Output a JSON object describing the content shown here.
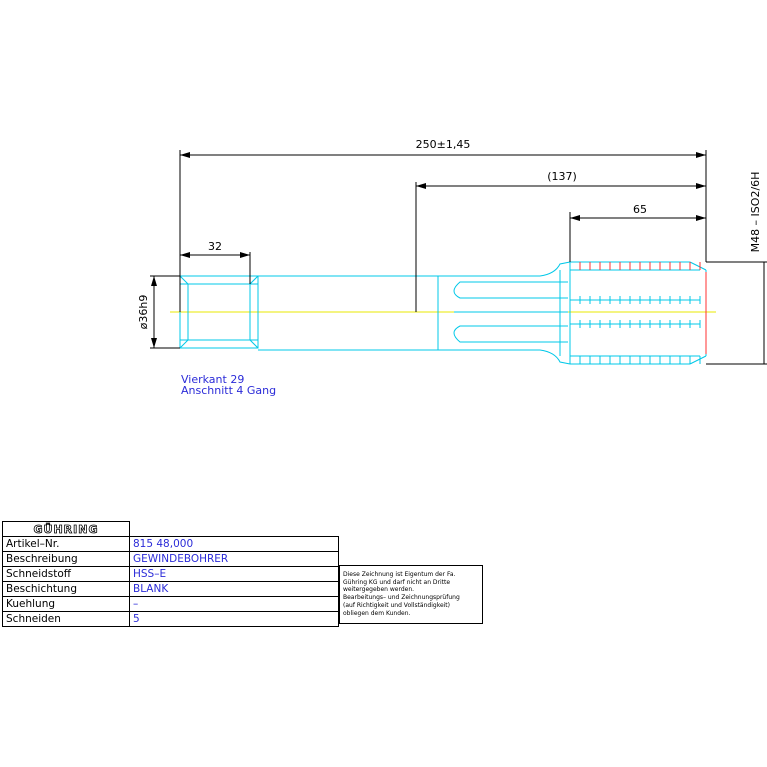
{
  "dimensions": {
    "overall_length": "250±1,45",
    "shank_length": "(137)",
    "thread_length": "65",
    "square_length": "32",
    "shank_diameter": "ø36h9",
    "thread_spec": "M48 – ISO2/6H"
  },
  "notes": {
    "line1": "Vierkant 29",
    "line2": "Anschnitt 4 Gang"
  },
  "title_block": {
    "logo": "GÜHRING",
    "rows": [
      {
        "label": "Artikel–Nr.",
        "value": "815 48,000"
      },
      {
        "label": "Beschreibung",
        "value": "GEWINDEBOHRER"
      },
      {
        "label": "Schneidstoff",
        "value": "HSS–E"
      },
      {
        "label": "Beschichtung",
        "value": "BLANK"
      },
      {
        "label": "Kuehlung",
        "value": "–"
      },
      {
        "label": "Schneiden",
        "value": "5"
      }
    ]
  },
  "disclaimer": {
    "lines": [
      "Diese Zeichnung ist Eigentum der Fa.",
      "Gühring KG und darf nicht an Dritte",
      "weitergegeben werden.",
      "Bearbeitungs– und Zeichnungsprüfung",
      "(auf Richtigkeit und Vollständigkeit)",
      "obliegen dem Kunden."
    ]
  },
  "colors": {
    "outline": "#00c8e8",
    "dimension": "#000000",
    "centerline": "#e8e800",
    "text_blue": "#2b2bd8",
    "thread_red": "#ff3030"
  }
}
